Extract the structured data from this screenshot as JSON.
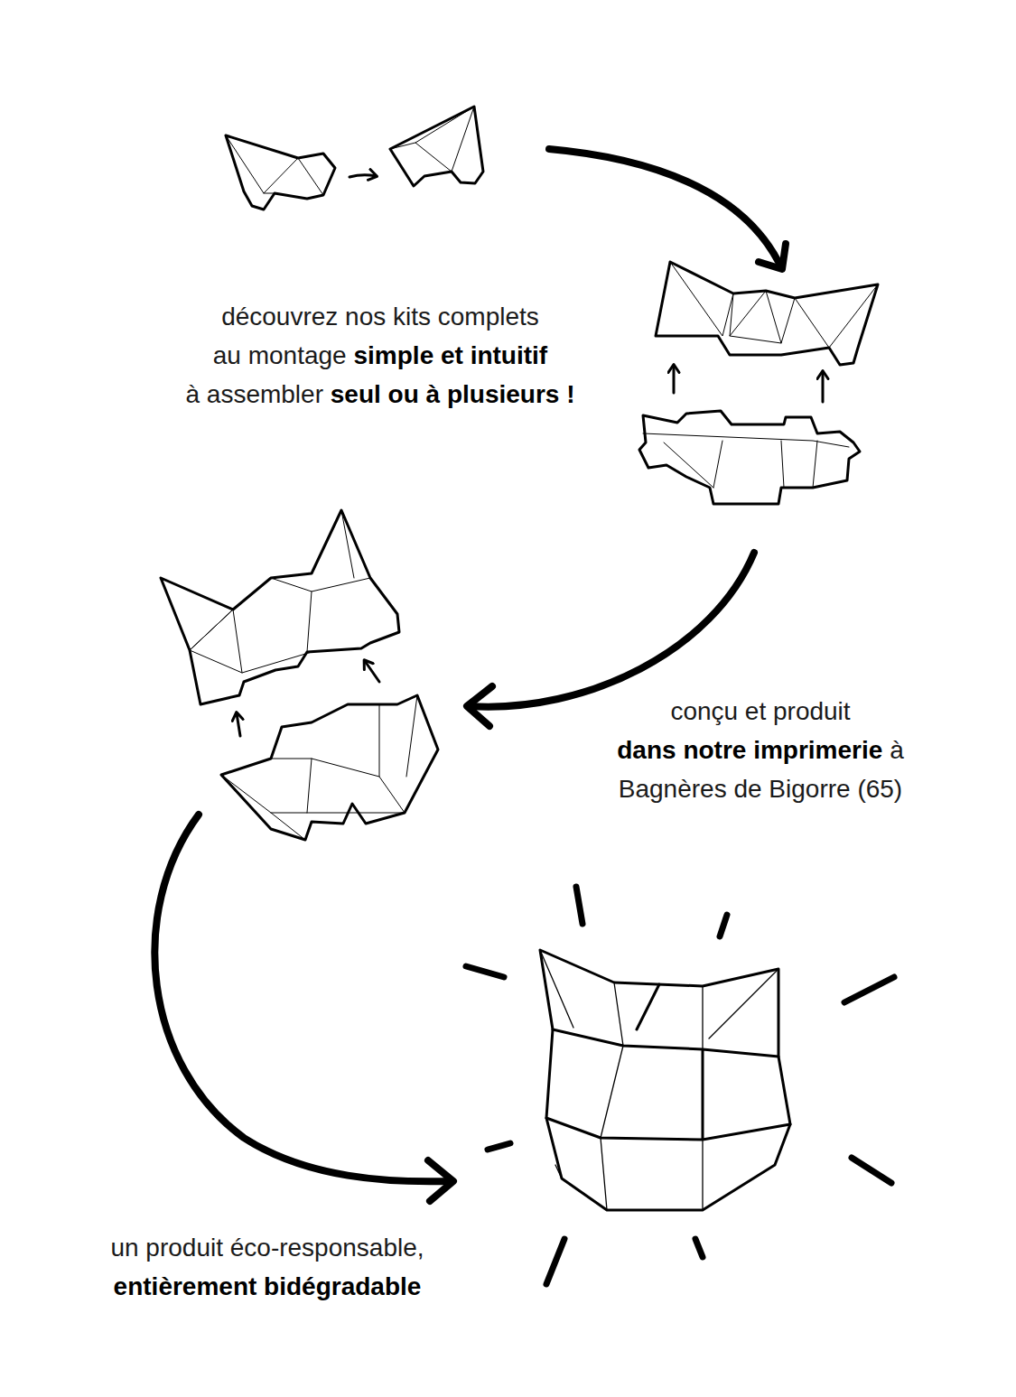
{
  "diagram": {
    "labels": [
      "découvrez nos kits complets",
      "au montage",
      "simple et intuitif",
      "à assembler",
      "seul ou à plusieurs !",
      "conçu et produit",
      "dans notre imprimerie",
      "à",
      "Bagnères de Bigorre (65)",
      "un produit éco-responsable,",
      "entièrement bidégradable"
    ]
  }
}
